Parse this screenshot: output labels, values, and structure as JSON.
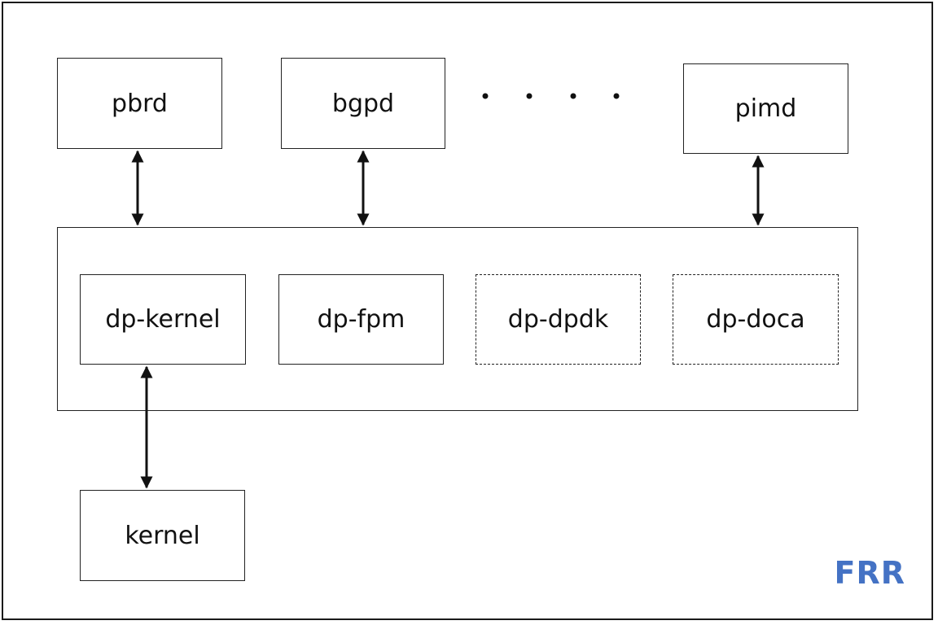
{
  "daemons": {
    "pbrd": "pbrd",
    "bgpd": "bgpd",
    "pimd": "pimd"
  },
  "dataplanes": {
    "dp_kernel": "dp-kernel",
    "dp_fpm": "dp-fpm",
    "dp_dpdk": "dp-dpdk",
    "dp_doca": "dp-doca"
  },
  "kernel_label": "kernel",
  "brand": {
    "label": "FRR",
    "color": "#4472c4"
  }
}
